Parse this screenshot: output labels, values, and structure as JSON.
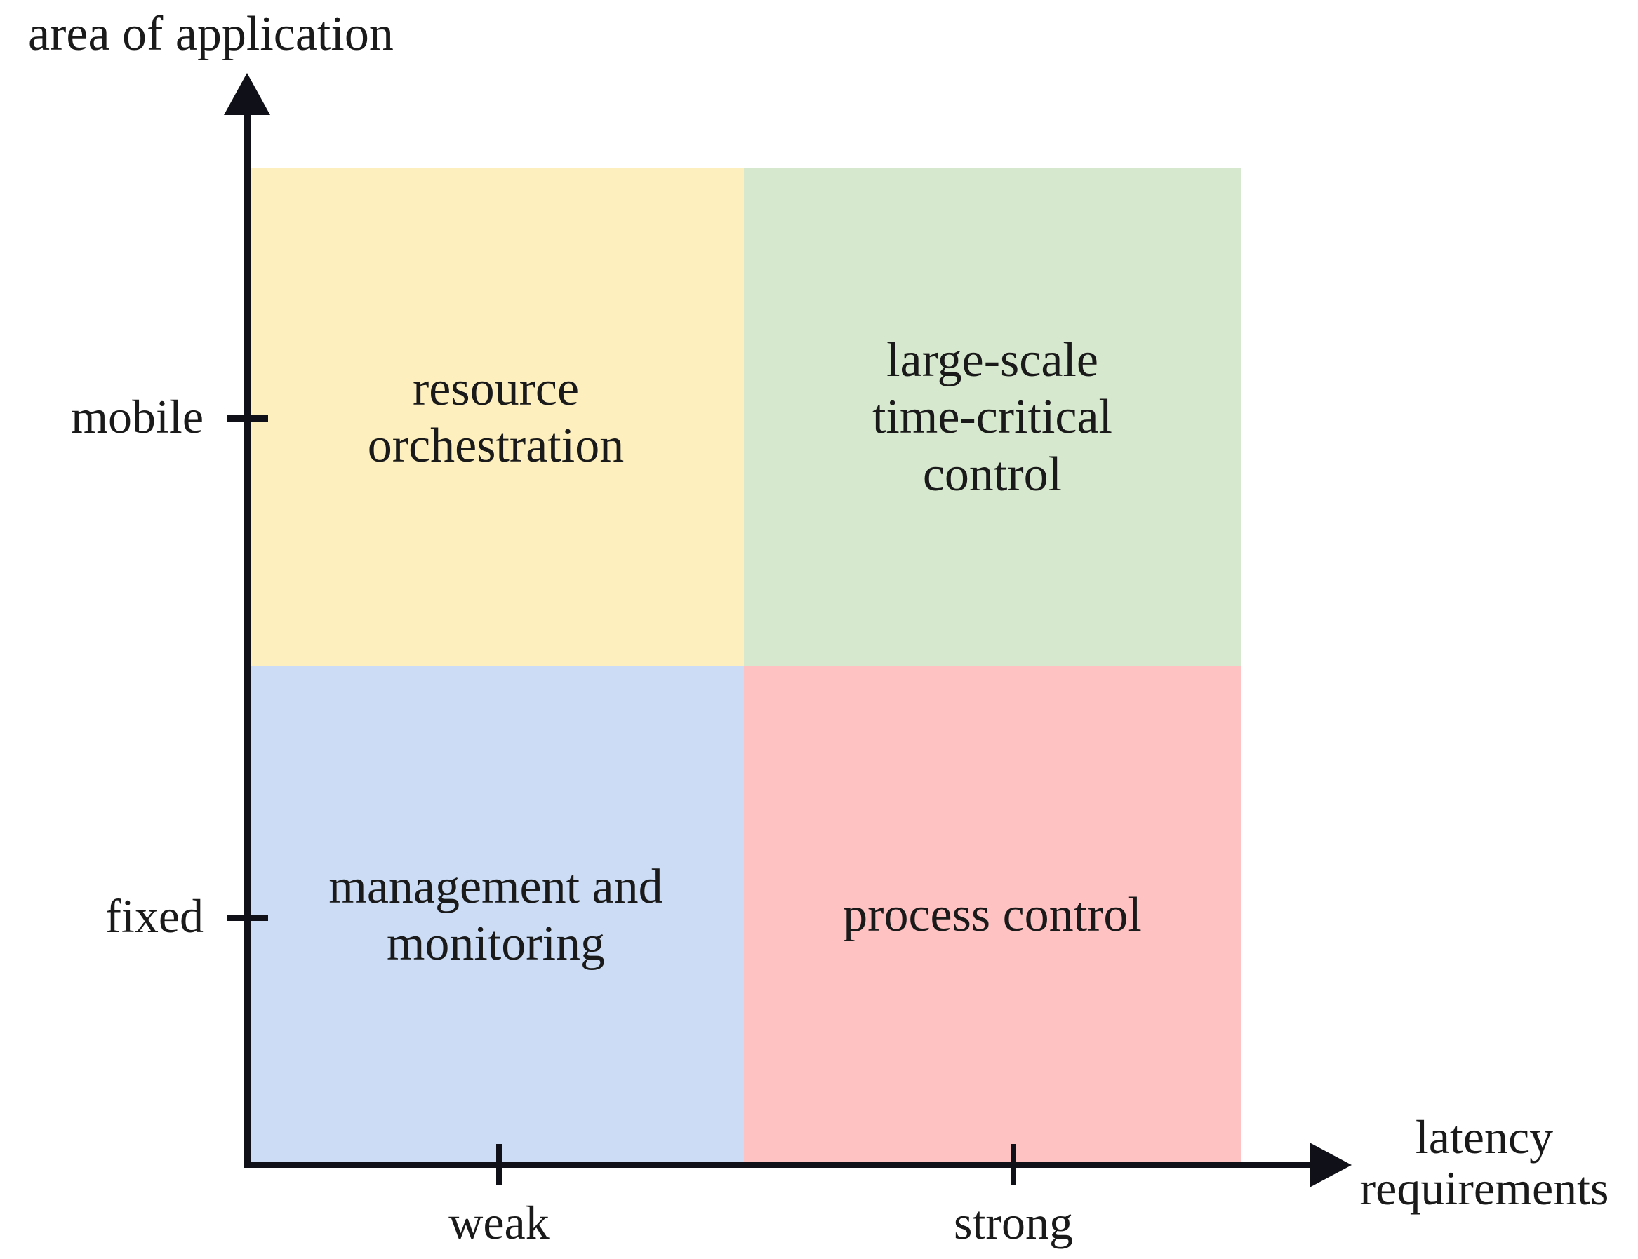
{
  "chart_data": {
    "type": "table",
    "title": "",
    "xlabel": "latency requirements",
    "ylabel": "area of application",
    "x_tick_labels": [
      "weak",
      "strong"
    ],
    "y_tick_labels": [
      "fixed",
      "mobile"
    ],
    "grid": false,
    "legend": "none",
    "categories_x": [
      "weak",
      "strong"
    ],
    "categories_y": [
      "fixed",
      "mobile"
    ],
    "cells": [
      {
        "x": "weak",
        "y": "mobile",
        "label": "resource orchestration",
        "color": "#FEEFBE"
      },
      {
        "x": "strong",
        "y": "mobile",
        "label": "large-scale time-critical control",
        "color": "#D6E8CD"
      },
      {
        "x": "weak",
        "y": "fixed",
        "label": "management and monitoring",
        "color": "#CBDCF4"
      },
      {
        "x": "strong",
        "y": "fixed",
        "label": "process control",
        "color": "#FFC2C2"
      }
    ]
  },
  "axes": {
    "y": {
      "title": "area of application",
      "ticks": [
        {
          "label": "mobile"
        },
        {
          "label": "fixed"
        }
      ]
    },
    "x": {
      "title_line1": "latency",
      "title_line2": "requirements",
      "ticks": [
        {
          "label": "weak"
        },
        {
          "label": "strong"
        }
      ]
    }
  },
  "quadrants": {
    "top_left": {
      "line1": "resource",
      "line2": "orchestration",
      "line3": "",
      "color": "#FEEFBE"
    },
    "top_right": {
      "line1": "large-scale",
      "line2": "time-critical",
      "line3": "control",
      "color": "#D6E8CD"
    },
    "bottom_left": {
      "line1": "management and",
      "line2": "monitoring",
      "line3": "",
      "color": "#CBDCF4"
    },
    "bottom_right": {
      "line1": "process control",
      "line2": "",
      "line3": "",
      "color": "#FFC2C2"
    }
  },
  "colors": {
    "axis": "#101018",
    "background": "#ffffff",
    "text": "#1a1a1a"
  }
}
